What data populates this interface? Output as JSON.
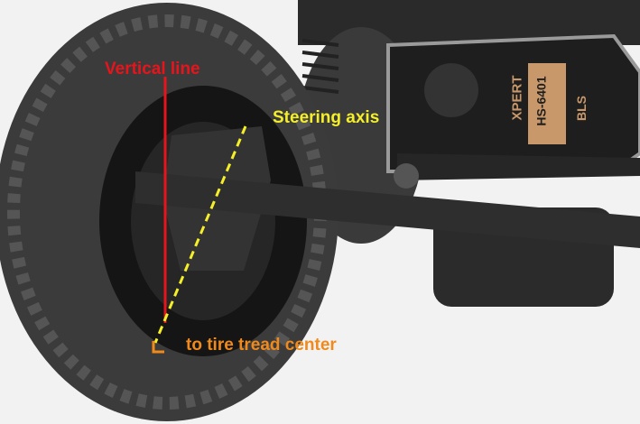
{
  "annotations": {
    "vertical_line": "Vertical line",
    "steering_axis": "Steering axis",
    "tread_center": "to tire tread center"
  },
  "servo": {
    "brand": "XPERT",
    "model": "HS-6401",
    "type": "BLS"
  },
  "colors": {
    "vertical_line": "#e8141c",
    "steering_axis": "#f5ef2a",
    "tread_center": "#f08a1c"
  }
}
